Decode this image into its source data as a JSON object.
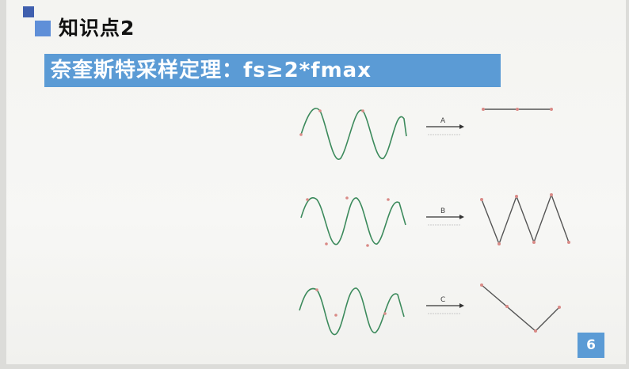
{
  "header": {
    "title": "知识点2",
    "banner": "奈奎斯特采样定理：fs≥2*fmax"
  },
  "panels": [
    {
      "label": "A"
    },
    {
      "label": "B"
    },
    {
      "label": "C"
    }
  ],
  "page_number": "6",
  "colors": {
    "accent": "#5b9bd5",
    "accent_dark": "#3f5fae",
    "wave": "#3c8a5c",
    "sample_point": "#d98a86",
    "sampled_line": "#555555"
  }
}
